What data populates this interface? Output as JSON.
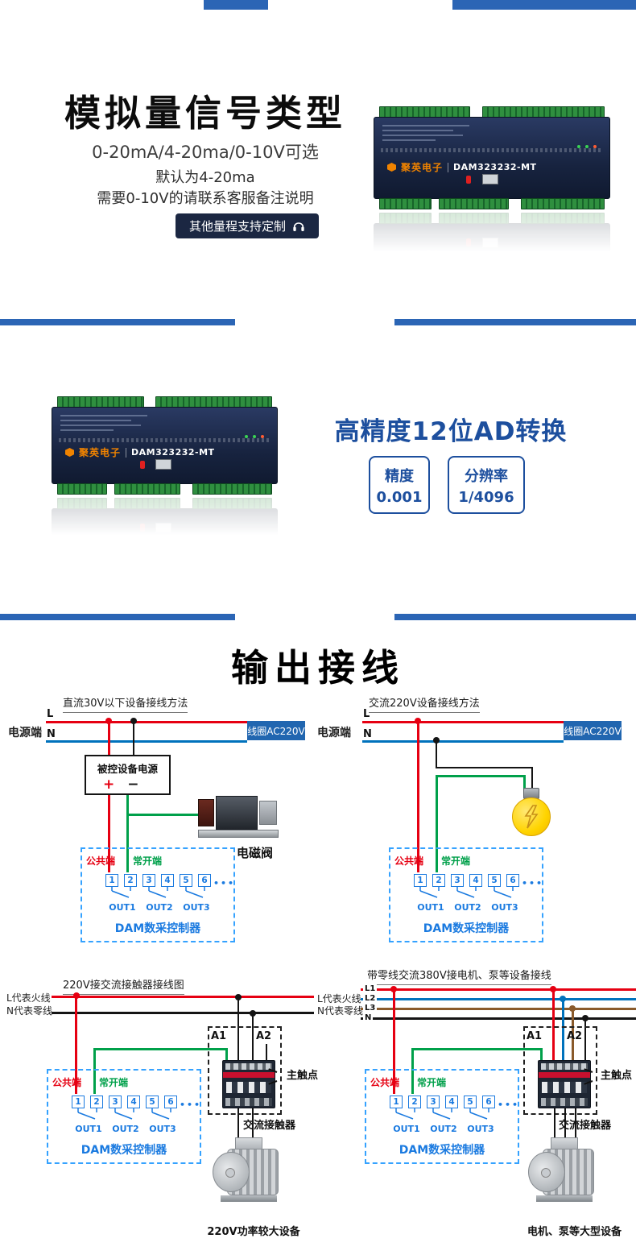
{
  "colors": {
    "accent_blue": "#2b65b5",
    "deep_blue": "#1d4f9e",
    "badge_navy": "#1b2742",
    "controller_blue": "#1a7ae0",
    "wire_red": "#e60012",
    "wire_blue": "#0072bc",
    "wire_green": "#00a04a",
    "wire_brown": "#8a5a2b",
    "coil_badge_blue": "#2166b0"
  },
  "section_analog": {
    "title": "模拟量信号类型",
    "subtitle": "0-20mA/4-20ma/0-10V可选",
    "note1": "默认为4-20ma",
    "note2": "需要0-10V的请联系客服备注说明",
    "badge": "其他量程支持定制"
  },
  "device": {
    "brand": "聚英电子",
    "model": "DAM323232-MT"
  },
  "section_ad": {
    "title": "高精度12位AD转换",
    "cards": [
      {
        "label": "精度",
        "value": "0.001"
      },
      {
        "label": "分辨率",
        "value": "1/4096"
      }
    ]
  },
  "section_wiring": {
    "title": "输出接线"
  },
  "controller": {
    "common": "公共端",
    "normally_open": "常开端",
    "terminals": [
      "1",
      "2",
      "3",
      "4",
      "5",
      "6"
    ],
    "outs": [
      "OUT1",
      "OUT2",
      "OUT3"
    ],
    "dots": "•••",
    "name": "DAM数采控制器"
  },
  "diagram_dc": {
    "title": "直流30V以下设备接线方法",
    "power": "电源端",
    "l": "L",
    "n": "N",
    "coil": "线圈AC220V",
    "supply": "被控设备电源",
    "plus": "+",
    "minus": "−",
    "valve": "电磁阀"
  },
  "diagram_ac": {
    "title": "交流220V设备接线方法",
    "power": "电源端",
    "l": "L",
    "n": "N",
    "coil": "线圈AC220V"
  },
  "diagram_contactor": {
    "title": "220V接交流接触器接线图",
    "live": "L代表火线",
    "neutral": "N代表零线",
    "a1": "A1",
    "a2": "A2",
    "main_contact": "主触点",
    "contactor": "交流接触器",
    "load": "220V功率较大设备"
  },
  "diagram_380": {
    "title": "带零线交流380V接电机、泵等设备接线",
    "live": "L代表火线",
    "neutral": "N代表零线",
    "lines": [
      "L1",
      "L2",
      "L3",
      "N"
    ],
    "a1": "A1",
    "a2": "A2",
    "main_contact": "主触点",
    "contactor": "交流接触器",
    "load": "电机、泵等大型设备"
  },
  "icons": {
    "badge": "headset-icon",
    "bulb": "lightning-bolt-icon"
  }
}
